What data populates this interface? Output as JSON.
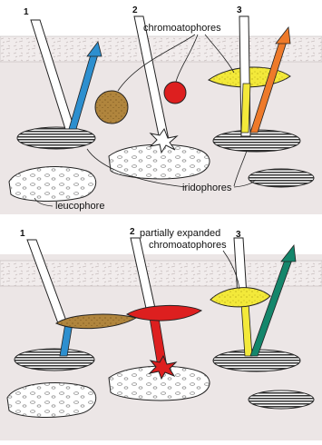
{
  "colors": {
    "tissue": "#ece6e6",
    "skin": "#f1ecec",
    "skin_pattern": "#c9c0c0",
    "brown": "#b0853d",
    "red": "#dd1f1f",
    "yellow": "#f3e93a",
    "blue": "#2d8fcf",
    "orange": "#ee7a2a",
    "teal": "#14866b",
    "outline": "#222222"
  },
  "top_panel": {
    "ray_numbers": [
      "1",
      "2",
      "3"
    ],
    "label_chromatophores": "chromoatophores",
    "label_iridophores": "iridophores",
    "label_leucophore": "leucophore"
  },
  "bottom_panel": {
    "ray_numbers": [
      "1",
      "2",
      "3"
    ],
    "label_line1": "partially expanded",
    "label_line2": "chromoatophores"
  }
}
